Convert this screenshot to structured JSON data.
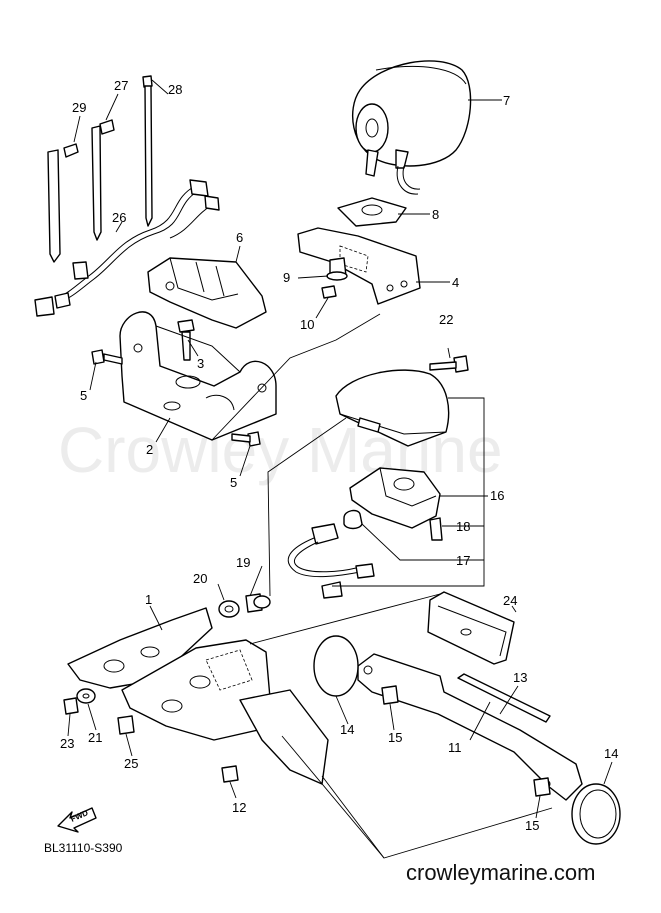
{
  "watermark": "Crowley Marine",
  "footer_url": "crowleymarine.com",
  "diagram_code": "BL31110-S390",
  "fwd_label": "FWD",
  "callouts": {
    "c1": "1",
    "c2": "2",
    "c3": "3",
    "c4": "4",
    "c5a": "5",
    "c5b": "5",
    "c6": "6",
    "c7": "7",
    "c8": "8",
    "c9": "9",
    "c10": "10",
    "c11": "11",
    "c12": "12",
    "c13": "13",
    "c14a": "14",
    "c14b": "14",
    "c15a": "15",
    "c15b": "15",
    "c16": "16",
    "c17": "17",
    "c18": "18",
    "c19": "19",
    "c20": "20",
    "c21": "21",
    "c22": "22",
    "c23": "23",
    "c24": "24",
    "c25": "25",
    "c26": "26",
    "c27": "27",
    "c28": "28",
    "c29": "29"
  }
}
